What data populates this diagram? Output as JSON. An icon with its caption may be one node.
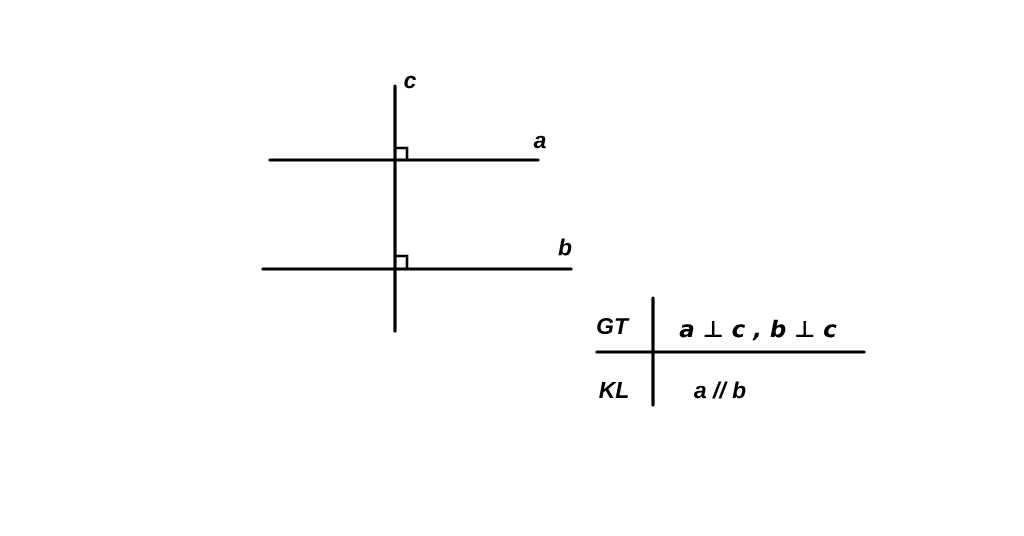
{
  "diagram": {
    "labels": [
      "c",
      "a",
      "b",
      "GT",
      "a ⊥ c , b ⊥ c",
      "KL",
      "a // b"
    ]
  }
}
